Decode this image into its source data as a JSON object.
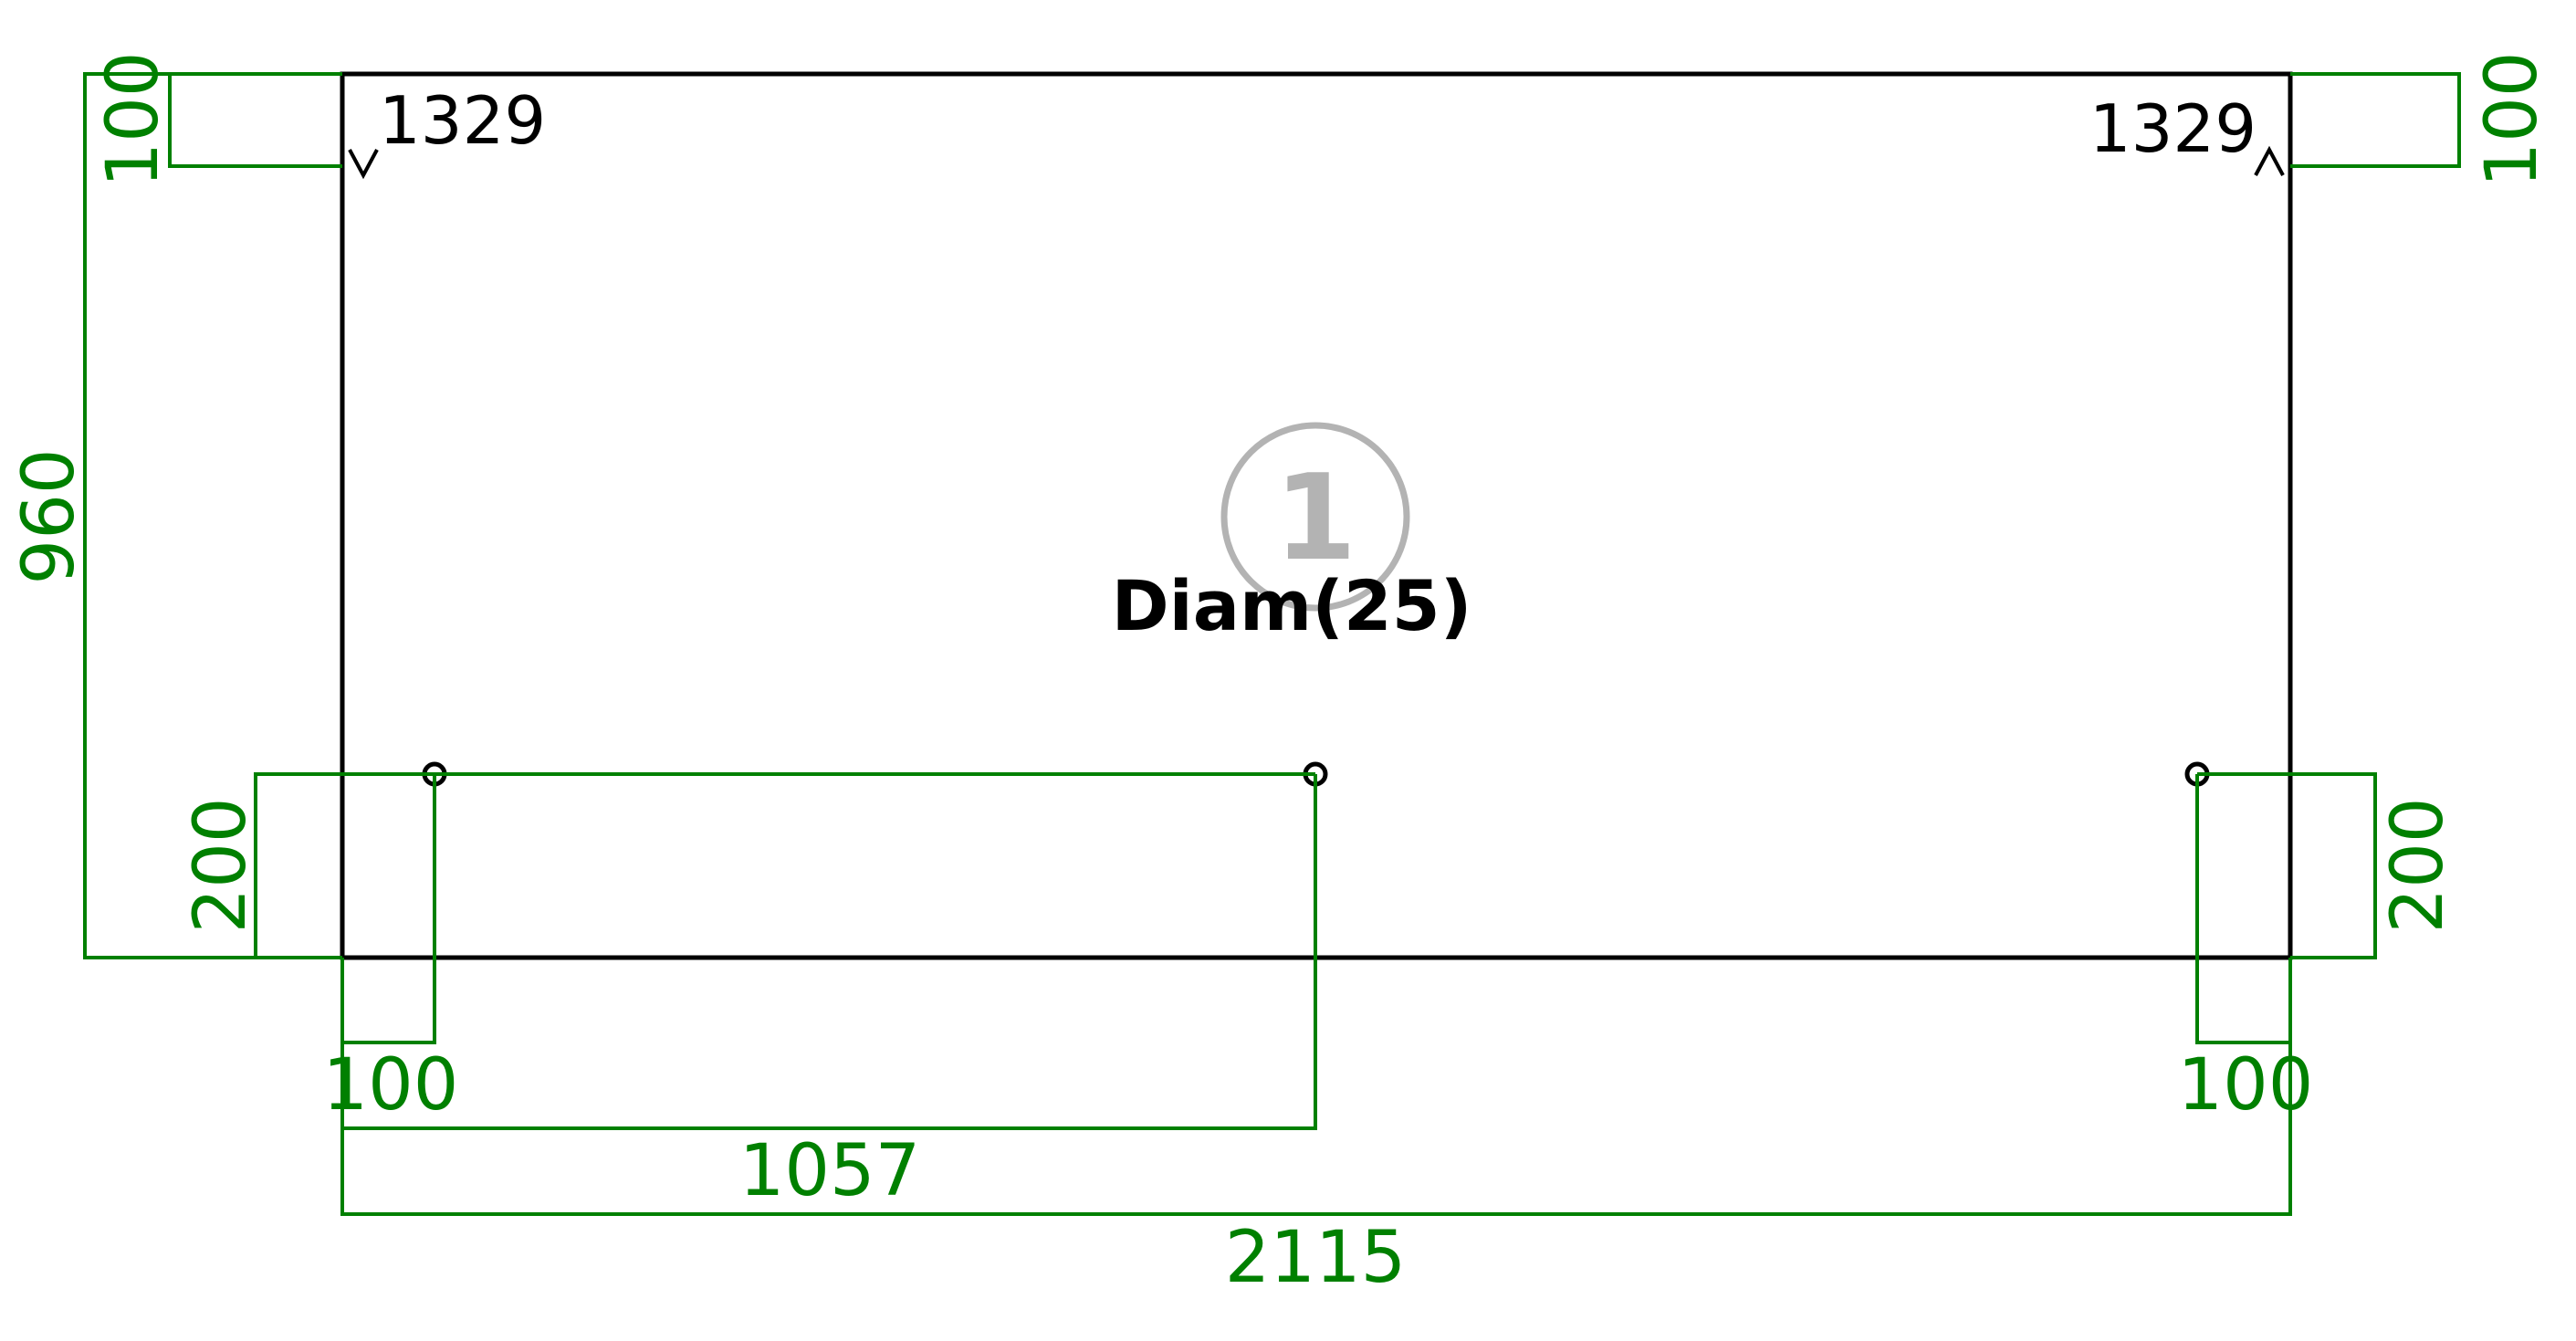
{
  "part": {
    "id_badge": "1",
    "hole_label": "Diam(25)",
    "edge_label_left": "1329",
    "edge_label_right": "1329"
  },
  "dimensions": {
    "overall_height": "960",
    "overall_width": "2115",
    "top_left_offset": "100",
    "top_right_offset": "100",
    "hole_row_height_left": "200",
    "hole_row_height_right": "200",
    "left_hole_offset": "100",
    "center_hole_offset": "1057",
    "right_hole_offset": "100"
  },
  "colors": {
    "outline": "#000000",
    "dimension": "#008000",
    "badge": "#b3b3b3"
  }
}
